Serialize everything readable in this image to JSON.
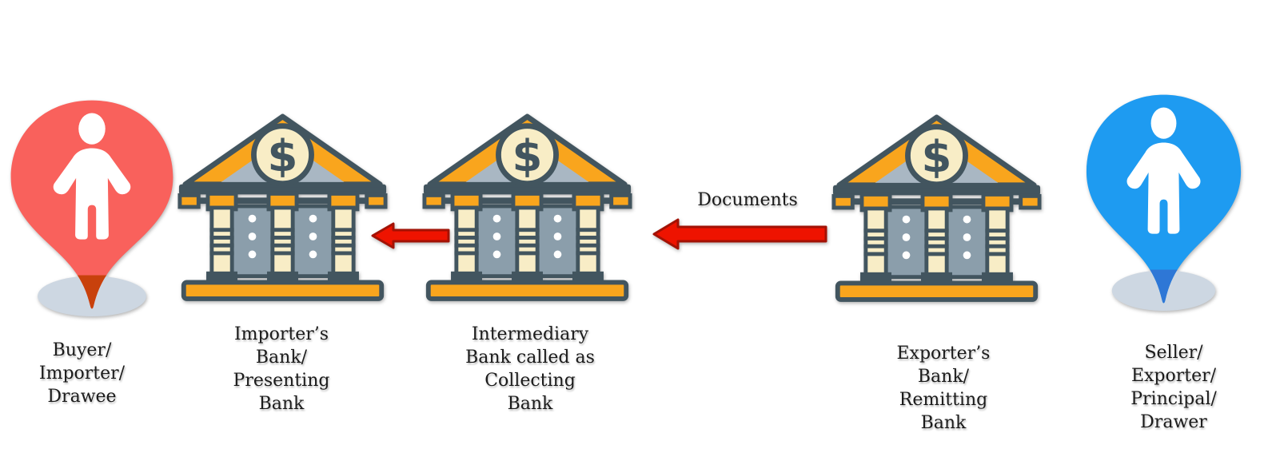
{
  "diagram": {
    "buyer": {
      "lines": [
        "Buyer/",
        "Importer/",
        "Drawee"
      ]
    },
    "importers_bank": {
      "lines": [
        "Importer’s",
        "Bank/",
        "Presenting",
        "Bank"
      ]
    },
    "intermediary_bank": {
      "lines": [
        "Intermediary",
        "Bank called as",
        "Collecting",
        "Bank"
      ]
    },
    "exporters_bank": {
      "lines": [
        "Exporter’s",
        "Bank/",
        "Remitting",
        "Bank"
      ]
    },
    "seller": {
      "lines": [
        "Seller/",
        "Exporter/",
        "Principal/",
        "Drawer"
      ]
    },
    "flow_label": "Documents",
    "bank_symbol": "$",
    "colors": {
      "pin_red": "#F9615C",
      "pin_red_tip": "#C8410C",
      "pin_blue": "#1E9BF1",
      "pin_blue_tip": "#2E77D6",
      "pin_person": "#FFFFFF",
      "pin_shadow": "#CDD7E2",
      "bank_orange": "#F9A51D",
      "bank_outline": "#42555F",
      "bank_cream": "#F8EDC6",
      "bank_wall": "#8B9EAB",
      "bank_pediment": "#A9B7C3",
      "arrow_fill": "#EE1300",
      "arrow_stroke": "#A31205",
      "text_color": "#1B1B1B"
    }
  }
}
